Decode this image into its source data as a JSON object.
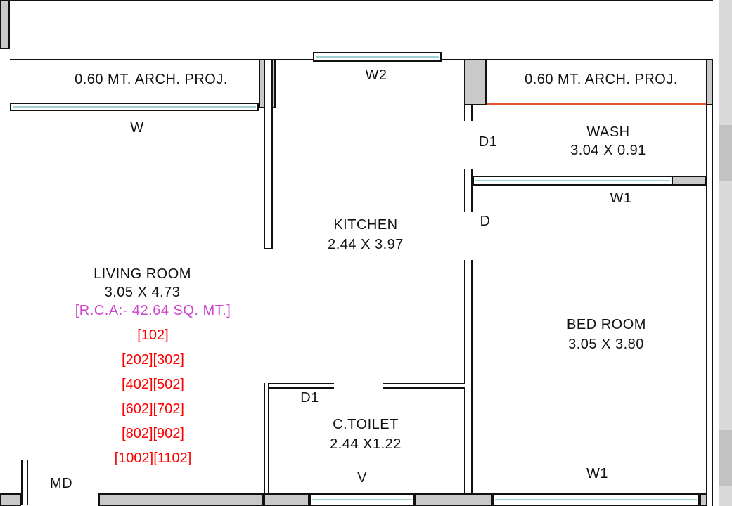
{
  "drawing": {
    "projections": {
      "left": "0.60 MT. ARCH. PROJ.",
      "right": "0.60 MT. ARCH. PROJ."
    },
    "rooms": {
      "living": {
        "name": "LIVING ROOM",
        "dim": "3.05 X 4.73"
      },
      "kitchen": {
        "name": "KITCHEN",
        "dim": "2.44 X 3.97"
      },
      "wash": {
        "name": "WASH",
        "dim": "3.04 X 0.91"
      },
      "toilet": {
        "name": "C.TOILET",
        "dim": "2.44 X1.22"
      },
      "bedroom": {
        "name": "BED ROOM",
        "dim": "3.05 X 3.80"
      }
    },
    "area_note": "[R.C.A:- 42.64 SQ. MT.]",
    "unit_numbers": [
      "[102]",
      "[202][302]",
      "[402][502]",
      "[602][702]",
      "[802][902]",
      "[1002][1102]"
    ],
    "openings": {
      "w": "W",
      "w2": "W2",
      "w1_wash": "W1",
      "w1_bedroom": "W1",
      "d": "D",
      "d1_wash": "D1",
      "d1_toilet": "D1",
      "v": "V",
      "md": "MD"
    },
    "colors": {
      "wall_fill": "#c9c9c9",
      "window_glass": "#9fd2d2",
      "arch_projection_line": "#e8512e",
      "area_note_text": "#cc44cc",
      "unit_numbers_text": "#ff0000"
    }
  }
}
